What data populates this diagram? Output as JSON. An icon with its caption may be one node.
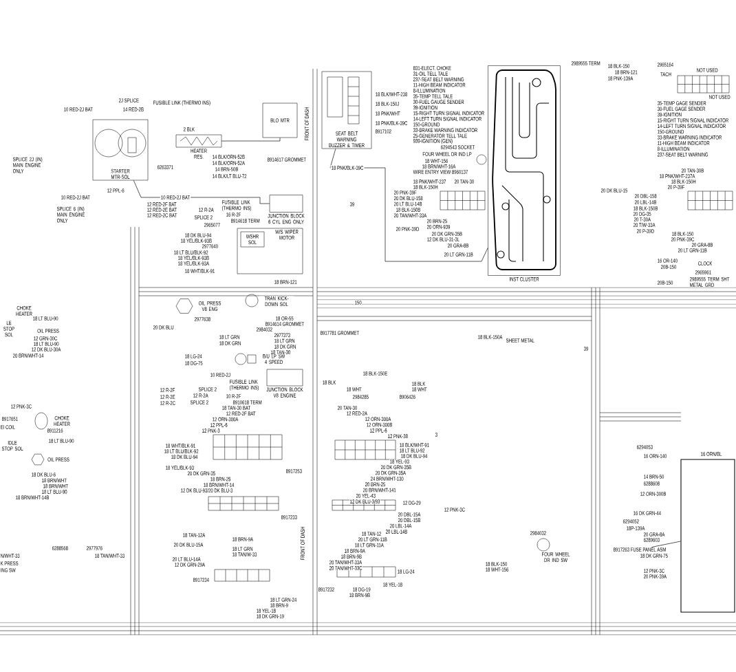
{
  "diagram": {
    "nodes": [
      {
        "text": [
          "STARTER MTR-SOL"
        ]
      },
      {
        "text": [
          "HEATER RES."
        ]
      },
      {
        "text": [
          "BLO MTR"
        ]
      },
      {
        "text": [
          "SEAT BELT WARNING BUZZER & TIMER"
        ]
      },
      {
        "text": [
          "FOUR WHEEL DR IND LP"
        ]
      },
      {
        "text": [
          "INST CLUSTER"
        ]
      },
      {
        "text": [
          "TACH"
        ]
      },
      {
        "text": [
          "CLOCK"
        ]
      },
      {
        "text": [
          "W/S WIPER MOTOR"
        ]
      },
      {
        "text": [
          "WSHR SOL"
        ],
        "in": 8
      },
      {
        "text": [
          "JUNCTION BLOCK 6 CYL ENG ONLY"
        ]
      },
      {
        "text": [
          "OIL PRESS V8 ENG"
        ]
      },
      {
        "text": [
          "TRAN KICK-DOWN SOL"
        ]
      },
      {
        "text": [
          "B/U LP SW 4 SPEED"
        ]
      },
      {
        "text": [
          "JUNCTION BLOCK V8 ENGINE"
        ]
      },
      {
        "text": [
          "CHOKE HEATER"
        ]
      },
      {
        "text": [
          "LE STOP SOL"
        ]
      },
      {
        "text": [
          "OIL PRESS"
        ]
      },
      {
        "text": [
          "CHOKE HEATER"
        ]
      },
      {
        "text": [
          "IDLE STOP SOL"
        ]
      },
      {
        "text": [
          "OIL PRESS"
        ]
      },
      {
        "text": [
          "FOUR WHEEL DR IND SW"
        ]
      },
      {
        "text": [
          "8917263 FUSE PANEL ASM"
        ]
      },
      {
        "text": [],
        "shape": "box"
      }
    ],
    "edges": [
      {
        "from": 0,
        "to": 10,
        "arrow": "none",
        "label": "10 RED-2J BAT"
      },
      {
        "from": 1,
        "to": 2,
        "arrow": "none"
      },
      {
        "from": 3,
        "to": 5,
        "arrow": "none",
        "label": "18 PNK/BLK-39C"
      },
      {
        "from": 22,
        "to": 23,
        "arrow": "none"
      }
    ],
    "labels": [
      "2J SPLICE",
      "10 RED-2J BAT",
      "14 RED-2B",
      "FUSIBLE LINK (THERMO INS)",
      "2 BLK",
      "SPLICE 2J (IN) MAIN ENGINE ONLY",
      "6263371",
      "14 BLK/ORN-52B",
      "14 BLK/ORN-52A",
      "14 BRN-50B",
      "14 BLK/LT BLU-72",
      "8914617 GROMMET",
      "12 PPL-6",
      "10 RED-2J BAT",
      "SPLICE 6 (IN) MAIN ENGINE ONLY",
      "12 RED-2F BAT",
      "12 RED-2E BAT",
      "12 RED-2C BAT",
      "12 R-2A",
      "SPLICE 2",
      "FUSIBLE LINK (THERMO INS)",
      "16 R-2F",
      "8914618 TERM",
      "2965077",
      "18 DK BLU-94",
      "18 YEL/BLK-93B",
      "2977640",
      "18 LT BLU/BLK-92",
      "18 YEL/BLK-93B",
      "18 YEL/BLK-93A",
      "18 WHT/BLK-91",
      "18 BRN-121",
      "FRONT OF DASH",
      "18 BLK/WHT-238",
      "18 BLK-150J",
      "18 PNK/WHT",
      "18 PNK/BLK-39C",
      "8917102",
      "831-ELECT. CHOKE",
      "31-OIL TELL TALE",
      "237-SEAT BELT WARNING",
      "11-HIGH BEAM INDICATOR",
      "8-ILLUMINATION",
      "35-TEMP TELL TALE",
      "30-FUEL GAUGE SENDER",
      "39-IGNITION",
      "15-RIGHT TURN SIGNAL INDICATOR",
      "14-LEFT TURN SIGNAL INDICATOR",
      "150-GROUND",
      "33-BRAKE WARNING INDICATOR",
      "25-GENERATOR TELL TALE",
      "939-IGNITION (GEN)",
      "6294543 SOCKET",
      "18 WHT-156",
      "18 BRN/WHT-16A",
      "WIRE ENTRY VIEW 8960137",
      "18 PNK/WHT-237",
      "20 TAN-30",
      "18 BLK-150H",
      "20 PNK-39F",
      "20 DK BLU-158",
      "20 LT BLU-14B",
      "18 BLK-150B",
      "20 TAN/WHT-33A",
      "20 BRN-25",
      "20 ORN-939",
      "20 PNK-39D",
      "20 DK GRN-35B",
      "12 DK BLU-31-3L",
      "20 GRA-8B",
      "20 LT GRN-11B",
      "39",
      "2989555 TERM",
      "18 BLK-150",
      "18 BRN-121",
      "18 PNK-139A",
      "2965164",
      "NOT USED",
      "NOT USED",
      "35-TEMP GAGE SENDER",
      "30-FUEL GAGE SENDER",
      "39-IGNITION",
      "15-RIGHT TURN SIGNAL INDICATOR",
      "14-LEFT TURN SIGNAL INDICATOR",
      "150-GROUND",
      "33-BRAKE WARNING INDICATOR",
      "11-HIGH BEAM INDICATOR",
      "8-ILLUMINATION",
      "237-SEAT BELT WARNING",
      "20 TAN-30B",
      "18 PNK/WHT-237A",
      "18 BLK-150H",
      "20 P-39F",
      "20 DK BLU-15",
      "20 DBL-158",
      "20 LBL-14B",
      "18 BLK-150B",
      "20 DG-35",
      "20 T-30A",
      "20 T/W-33A",
      "20 P-39D",
      "18 BLK-150",
      "20 PNK-39C",
      "20 GRA-8B",
      "20 LT GRN-11B",
      "16 OR-140",
      "20B-150",
      "2965961",
      "20B-150",
      "2989555 TERM SHT METAL GRD",
      "18 LT BLU-90",
      "12 GRN-30C",
      "18 LT BLU-90",
      "12 DK BLU-30A",
      "20 BRN/WHT-14",
      "2977638",
      "20 DK BLU",
      "18 OR-55",
      "8914614 GROMMET",
      "2984032",
      "18 LT GRN",
      "18 DK GRN",
      "2977373",
      "18 LT GRN",
      "18 DK GRN",
      "18 TAN-30",
      "8917781 GROMMET",
      "18 LG-24",
      "18 DG-75",
      "10 RED-2J",
      "12 R-2F",
      "12 R-2E",
      "12 R-2C",
      "SPLICE 2",
      "12 R-2A",
      "SPLICE 2",
      "FUSIBLE LINK (THERMO INS)",
      "10 R-2F",
      "8910618 TERM",
      "12 PNK-3C",
      "8917651",
      "EI COIL",
      "8911216",
      "18 LT BLU-90",
      "18 TAN-30 BAT",
      "12 RED-2F BAT",
      "12 ORN-300A",
      "12 PPL-6",
      "12 PNK-3",
      "18 WHT/BLK-91",
      "18 LT BLU/BLK-92",
      "18 DK BLU-94",
      "18 YEL/BLK-93",
      "20 DK GRN-35",
      "18 BRN-25",
      "18 BRN/WHT-14",
      "12 DK BLU-93/20 DK BLU-3",
      "8917253",
      "18 DK BLU-6",
      "18 BRN/WHT",
      "18 BRN/WHT",
      "18 LT BLU-90",
      "18 BRN/WHT-14B",
      "18 TAN-12A",
      "18 BRN-9A",
      "20 DK BLU-15A",
      "18 LT GRN",
      "18 TAN/W-33",
      "20 LT BLU-14A",
      "12 DK GRN-29A",
      "8917233",
      "8917234",
      "18 LT GRN-24",
      "18 BRN-9",
      "18 YEL-18",
      "18 DK GRN-19",
      "6288568",
      "2977976",
      "N/WHT-33",
      "18 TAN/WHT-33",
      "K PRESS",
      "ING SW",
      "FRONT OF DASH",
      "150",
      "18 BLK-150A",
      "SHEET METAL",
      "39",
      "18 BLK-150E",
      "18 BLK",
      "18 WHT",
      "18 BLK",
      "18 WHT",
      "2984285",
      "8906426",
      "20 TAN-30",
      "12 RED-2A",
      "12 ORN-300A",
      "12 ORN-300B",
      "12 PPL-6",
      "12 PNK-38",
      "3",
      "18 BLK/WHT-91",
      "18 LT BLU-92",
      "18 DK BLU-94",
      "18 YEL-93",
      "20 DK GRN-35B",
      "20 DK GRN-35A",
      "24 BRN/WHT-130",
      "20 BRN-25",
      "20 BRN/WHT-141",
      "20 YEL-43",
      "12 DK BLU-3/93",
      "12 DG-29",
      "12 PNK-3C",
      "20 DBL-15A",
      "20 DBL-15B",
      "20 LBL-14A",
      "20 LBL-14B",
      "18 TAN-12",
      "20 LT GRN-11B",
      "18 LT GRN-11A",
      "18 BRN-9A",
      "18 BRN-9B",
      "20 TAN/WHT-33A",
      "20 TAN/WHT-33C",
      "18 LG-24",
      "18 YEL-18",
      "18 DG-19",
      "18 BRN-9B",
      "8917232",
      "18 BLK-150",
      "18 WHT-156",
      "2984032",
      "6294053",
      "16 ORN-140",
      "16 ORN/BL",
      "14 BRN-50",
      "6288608",
      "12 ORN-300B",
      "16 DK GRN-44",
      "6294052",
      "18P-139A",
      "20 GRA-8A",
      "6289603",
      "18 DK GRN-75",
      "12 PNK-3C",
      "20 PNK-39A"
    ]
  }
}
